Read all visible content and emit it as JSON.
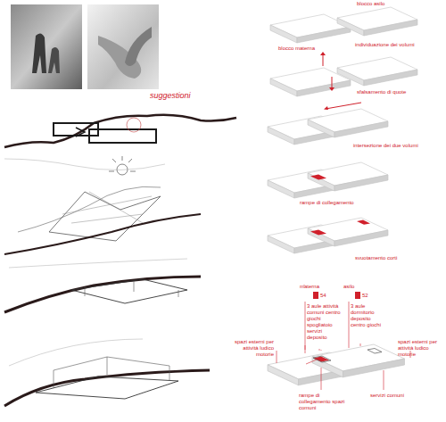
{
  "diagram": {
    "labels": [
      "suggestioni",
      "blocco asilo",
      "blocco materna",
      "individuazione dei volumi",
      "sfalsamento di quote",
      "intersezione dei due volumi",
      "rampe di collegamento",
      "svuotamento corti",
      "materna",
      "54",
      "asilo",
      "52",
      "3 aule attività comuni centro giochi spogliatoio servizi deposito",
      "3 aule dormitorio deposito centro giochi",
      "spazi esterni per attività ludico motorie",
      "spazi esterni per attività ludico motorie",
      "rampe di collegamento spazi comuni",
      "servizi comuni"
    ]
  }
}
